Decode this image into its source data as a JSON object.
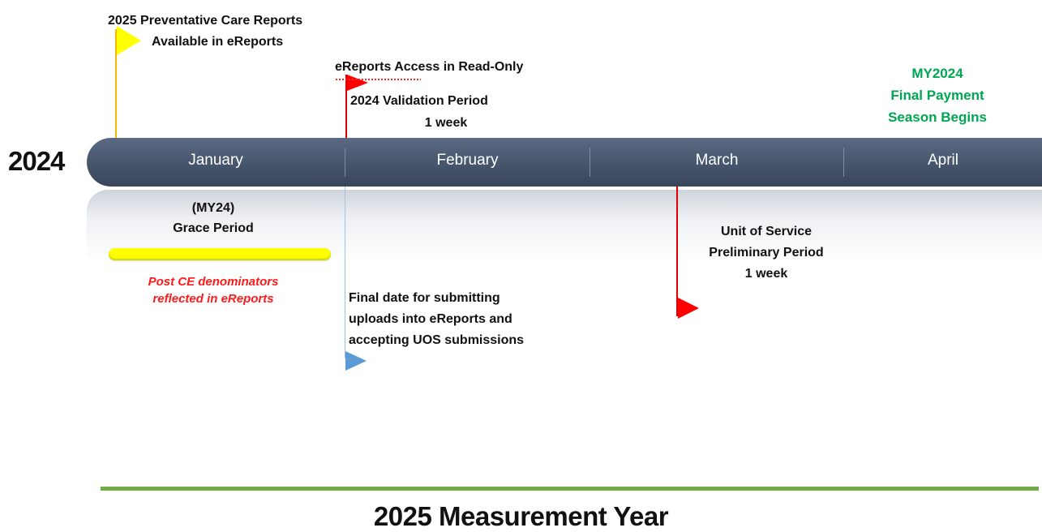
{
  "year_label": "2024",
  "months": [
    "January",
    "February",
    "March",
    "April"
  ],
  "events": {
    "preventative_reports_line1": "2025 Preventative Care Reports",
    "preventative_reports_line2": "Available in eReports",
    "read_only": "eReports Access in Read-Only",
    "validation_line1": "2024 Validation Period",
    "validation_line2": "1 week",
    "final_payment_line1": "MY2024",
    "final_payment_line2": "Final Payment",
    "final_payment_line3": "Season Begins",
    "grace_line1": "(MY24)",
    "grace_line2": "Grace Period",
    "post_ce_line1": "Post CE denominators",
    "post_ce_line2": "reflected in eReports",
    "final_date_line1": "Final date for submitting",
    "final_date_line2": "uploads into eReports and",
    "final_date_line3": "accepting UOS submissions",
    "uos_line1": "Unit of Service",
    "uos_line2": "Preliminary Period",
    "uos_line3": "1 week"
  },
  "measurement_year_title": "2025 Measurement Year",
  "colors": {
    "timeline_bar": "#48576e",
    "yellow_flag": "#ffff00",
    "red_flag": "#ff0000",
    "blue_flag": "#5b9bd5",
    "green_text": "#00a651",
    "post_ce_text": "#ff1a1a",
    "measurement_line": "#70ad47"
  }
}
